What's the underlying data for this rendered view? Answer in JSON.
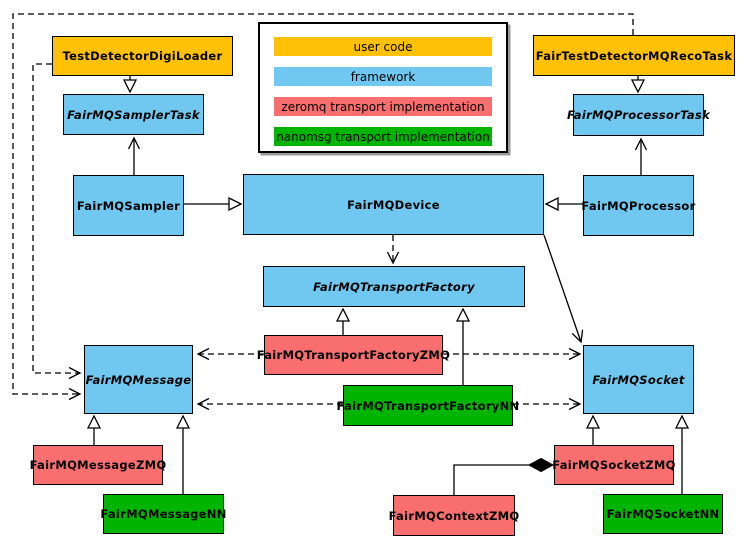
{
  "legend": {
    "items": [
      {
        "label": "user code",
        "color": "#FFC107"
      },
      {
        "label": "framework",
        "color": "#70C8F0"
      },
      {
        "label": "zeromq transport implementation",
        "color": "#F96F6F"
      },
      {
        "label": "nanomsg transport implementation",
        "color": "#00B400"
      }
    ]
  },
  "nodes": {
    "digiloader": {
      "label": "TestDetectorDigiLoader",
      "category": "user code",
      "abstract": false
    },
    "recotask": {
      "label": "FairTestDetectorMQRecoTask",
      "category": "user code",
      "abstract": false
    },
    "samplertask": {
      "label": "FairMQSamplerTask",
      "category": "framework",
      "abstract": true
    },
    "processortask": {
      "label": "FairMQProcessorTask",
      "category": "framework",
      "abstract": true
    },
    "sampler": {
      "label": "FairMQSampler",
      "category": "framework",
      "abstract": false
    },
    "device": {
      "label": "FairMQDevice",
      "category": "framework",
      "abstract": false
    },
    "processor": {
      "label": "FairMQProcessor",
      "category": "framework",
      "abstract": false
    },
    "factory": {
      "label": "FairMQTransportFactory",
      "category": "framework",
      "abstract": true
    },
    "factoryzmq": {
      "label": "FairMQTransportFactoryZMQ",
      "category": "zeromq transport implementation",
      "abstract": false
    },
    "factorynn": {
      "label": "FairMQTransportFactoryNN",
      "category": "nanomsg transport implementation",
      "abstract": false
    },
    "message": {
      "label": "FairMQMessage",
      "category": "framework",
      "abstract": true
    },
    "socket": {
      "label": "FairMQSocket",
      "category": "framework",
      "abstract": true
    },
    "messagezmq": {
      "label": "FairMQMessageZMQ",
      "category": "zeromq transport implementation",
      "abstract": false
    },
    "messagenn": {
      "label": "FairMQMessageNN",
      "category": "nanomsg transport implementation",
      "abstract": false
    },
    "socketzmq": {
      "label": "FairMQSocketZMQ",
      "category": "zeromq transport implementation",
      "abstract": false
    },
    "socketnn": {
      "label": "FairMQSocketNN",
      "category": "nanomsg transport implementation",
      "abstract": false
    },
    "contextzmq": {
      "label": "FairMQContextZMQ",
      "category": "zeromq transport implementation",
      "abstract": false
    }
  },
  "relationships": [
    {
      "from": "TestDetectorDigiLoader",
      "to": "FairMQSamplerTask",
      "type": "generalization"
    },
    {
      "from": "FairTestDetectorMQRecoTask",
      "to": "FairMQProcessorTask",
      "type": "generalization"
    },
    {
      "from": "FairMQSampler",
      "to": "FairMQDevice",
      "type": "generalization"
    },
    {
      "from": "FairMQProcessor",
      "to": "FairMQDevice",
      "type": "generalization"
    },
    {
      "from": "FairMQSampler",
      "to": "FairMQSamplerTask",
      "type": "association"
    },
    {
      "from": "FairMQProcessor",
      "to": "FairMQProcessorTask",
      "type": "association"
    },
    {
      "from": "FairMQDevice",
      "to": "FairMQTransportFactory",
      "type": "dependency"
    },
    {
      "from": "FairMQDevice",
      "to": "FairMQSocket",
      "type": "association"
    },
    {
      "from": "FairMQTransportFactoryZMQ",
      "to": "FairMQTransportFactory",
      "type": "generalization"
    },
    {
      "from": "FairMQTransportFactoryNN",
      "to": "FairMQTransportFactory",
      "type": "generalization"
    },
    {
      "from": "FairMQTransportFactoryZMQ",
      "to": "FairMQMessage",
      "type": "dependency"
    },
    {
      "from": "FairMQTransportFactoryZMQ",
      "to": "FairMQSocket",
      "type": "dependency"
    },
    {
      "from": "FairMQTransportFactoryNN",
      "to": "FairMQMessage",
      "type": "dependency"
    },
    {
      "from": "FairMQTransportFactoryNN",
      "to": "FairMQSocket",
      "type": "dependency"
    },
    {
      "from": "TestDetectorDigiLoader",
      "to": "FairMQMessage",
      "type": "dependency"
    },
    {
      "from": "FairTestDetectorMQRecoTask",
      "to": "FairMQMessage",
      "type": "dependency"
    },
    {
      "from": "FairMQMessageZMQ",
      "to": "FairMQMessage",
      "type": "generalization"
    },
    {
      "from": "FairMQMessageNN",
      "to": "FairMQMessage",
      "type": "generalization"
    },
    {
      "from": "FairMQSocketZMQ",
      "to": "FairMQSocket",
      "type": "generalization"
    },
    {
      "from": "FairMQSocketNN",
      "to": "FairMQSocket",
      "type": "generalization"
    },
    {
      "from": "FairMQContextZMQ",
      "to": "FairMQSocketZMQ",
      "type": "composition"
    }
  ],
  "colors": {
    "user_code": "#FFC107",
    "framework": "#70C8F0",
    "zeromq": "#F96F6F",
    "nanomsg": "#00B400",
    "line": "#000000",
    "background": "#FFFFFF"
  }
}
